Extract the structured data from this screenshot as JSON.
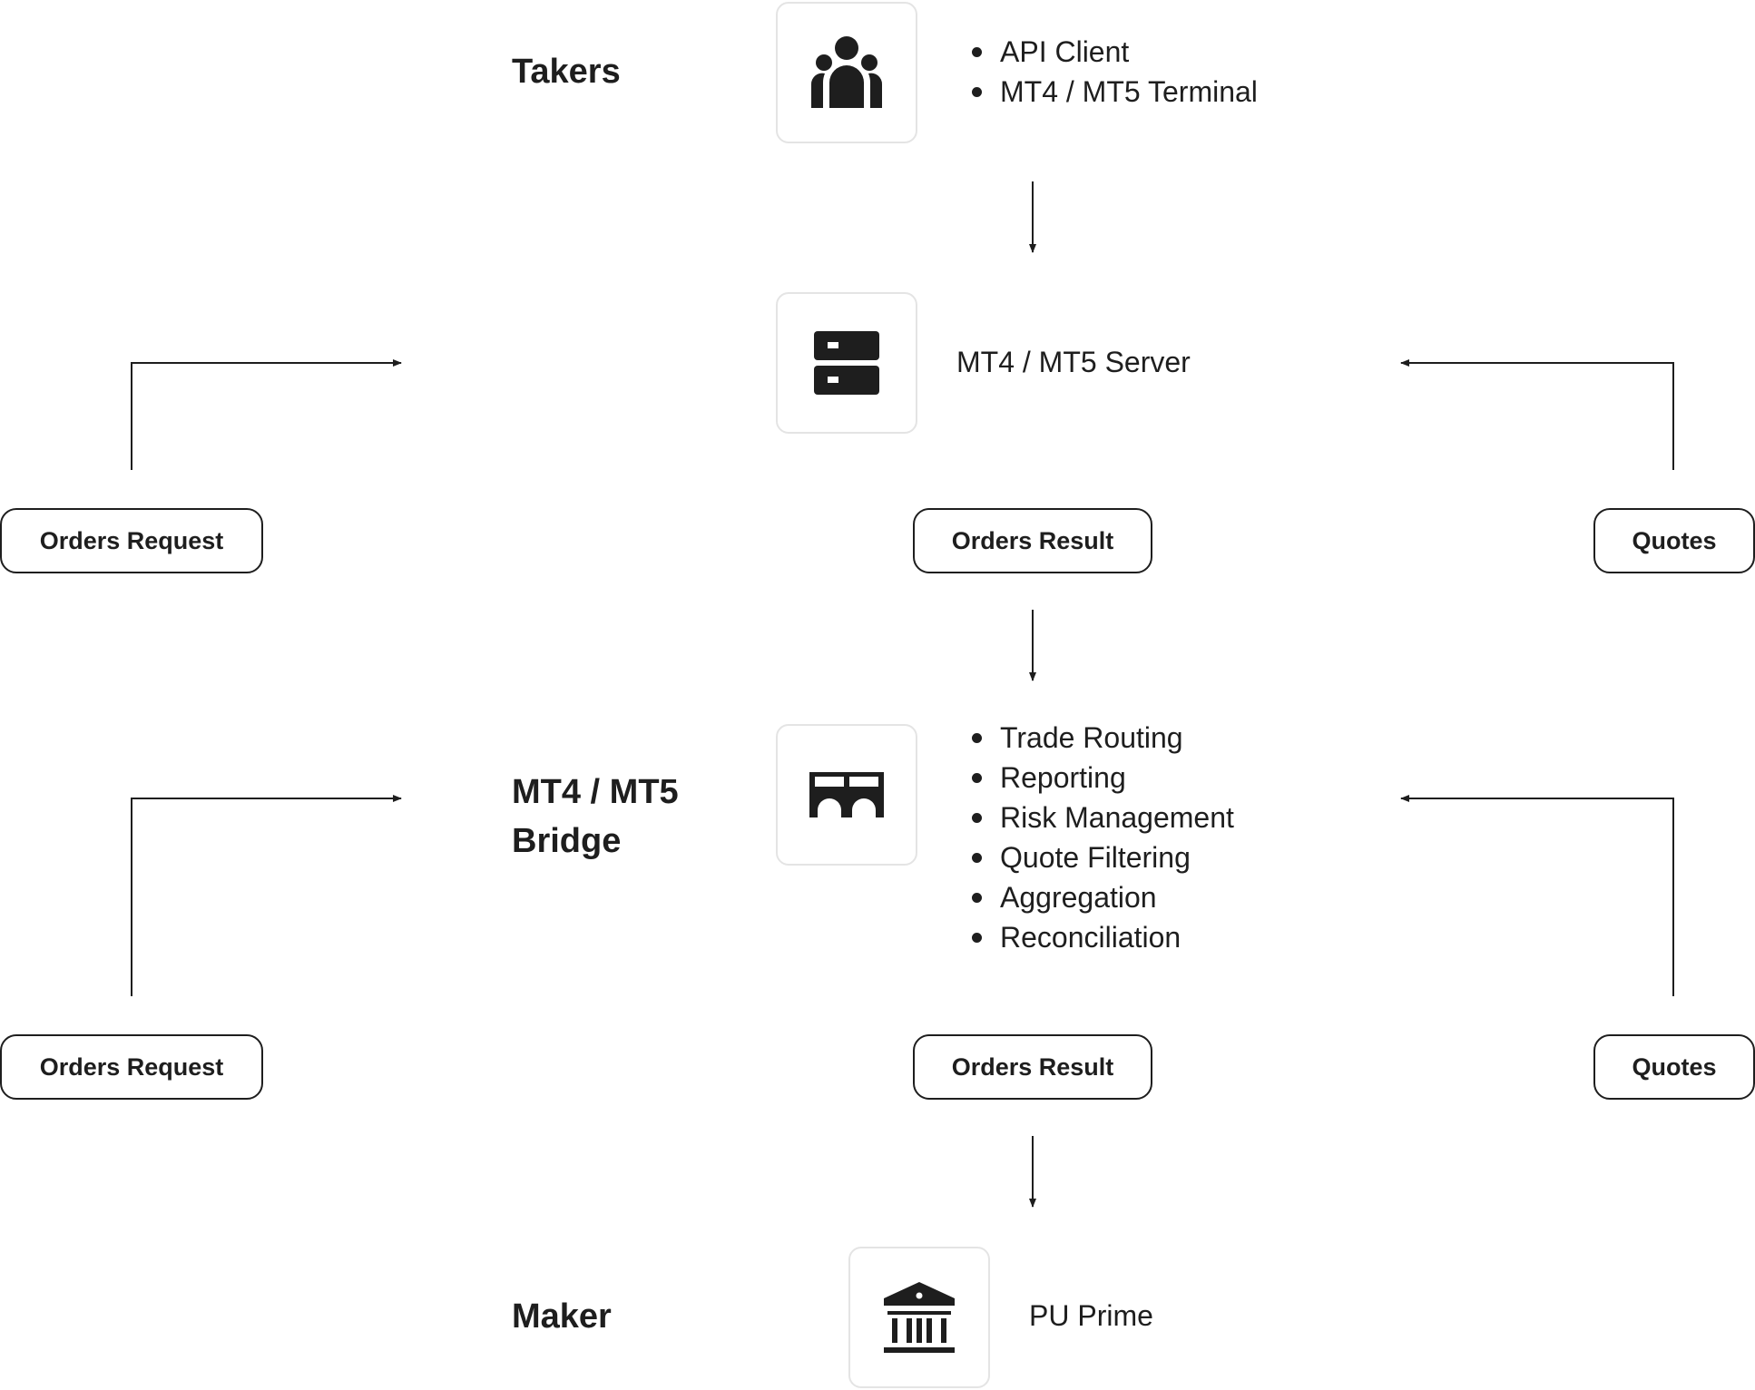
{
  "takers": {
    "label": "Takers",
    "icon": "users-icon",
    "items": [
      "API Client",
      "MT4 / MT5 Terminal"
    ]
  },
  "server": {
    "icon": "server-icon",
    "label": "MT4 / MT5 Server"
  },
  "bridge": {
    "label_line1": "MT4 / MT5",
    "label_line2": "Bridge",
    "icon": "bridge-icon",
    "items": [
      "Trade Routing",
      "Reporting",
      "Risk Management",
      "Quote Filtering",
      "Aggregation",
      "Reconciliation"
    ]
  },
  "maker": {
    "label": "Maker",
    "icon": "bank-icon",
    "name": "PU Prime"
  },
  "flows": {
    "upper": {
      "orders_request": "Orders Request",
      "orders_result": "Orders Result",
      "quotes": "Quotes"
    },
    "lower": {
      "orders_request": "Orders Request",
      "orders_result": "Orders Result",
      "quotes": "Quotes"
    }
  },
  "colors": {
    "ink": "#1e1e1e",
    "box_border": "#e4e4e4",
    "background": "#ffffff"
  }
}
